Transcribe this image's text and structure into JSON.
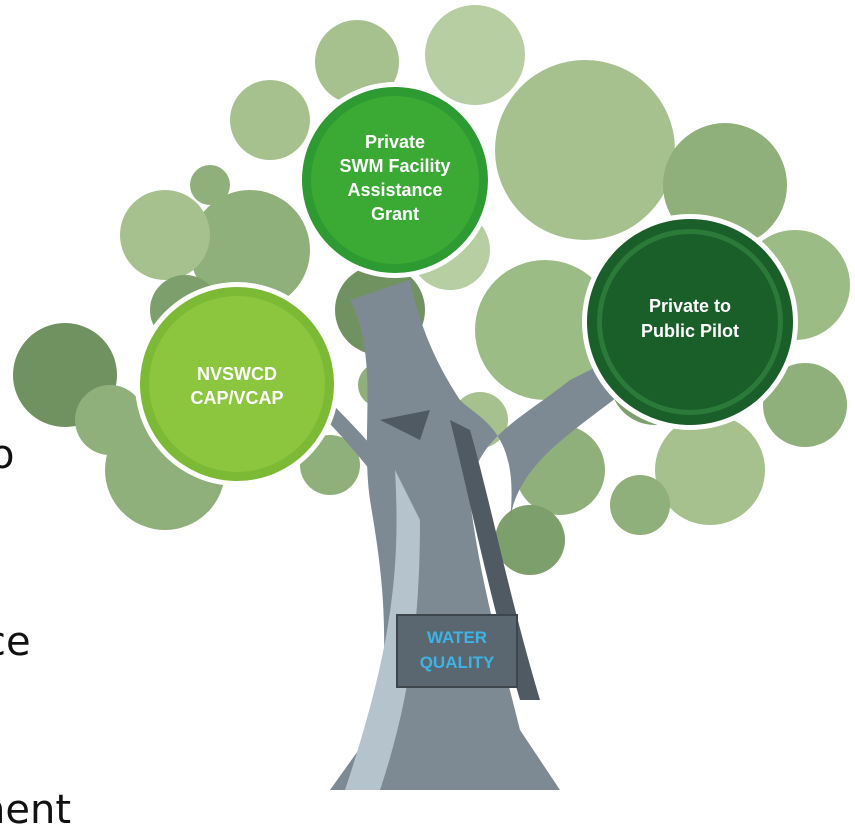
{
  "fragments": [
    "o",
    "ce",
    "nent"
  ],
  "tree": {
    "label_lines": [
      "WATER",
      "QUALITY"
    ],
    "label_color": "#3cb4e6"
  },
  "programs": [
    {
      "id": "private-swm",
      "lines": [
        "Private",
        "SWM Facility",
        "Assistance",
        "Grant"
      ],
      "color": "#3aaa35"
    },
    {
      "id": "private-to-public",
      "lines": [
        "Private to",
        "Public Pilot"
      ],
      "color": "#1a5e2a"
    },
    {
      "id": "nvswcd",
      "lines": [
        "NVSWCD",
        "CAP/VCAP"
      ],
      "color": "#8cc63f"
    }
  ],
  "colors": {
    "canopy_light": "#a6c08e",
    "canopy_mid": "#8fb07a",
    "canopy_dark": "#6f9260",
    "trunk": "#7d8a94",
    "trunk_light": "#b4c3cc",
    "trunk_dark": "#4f5a63"
  }
}
